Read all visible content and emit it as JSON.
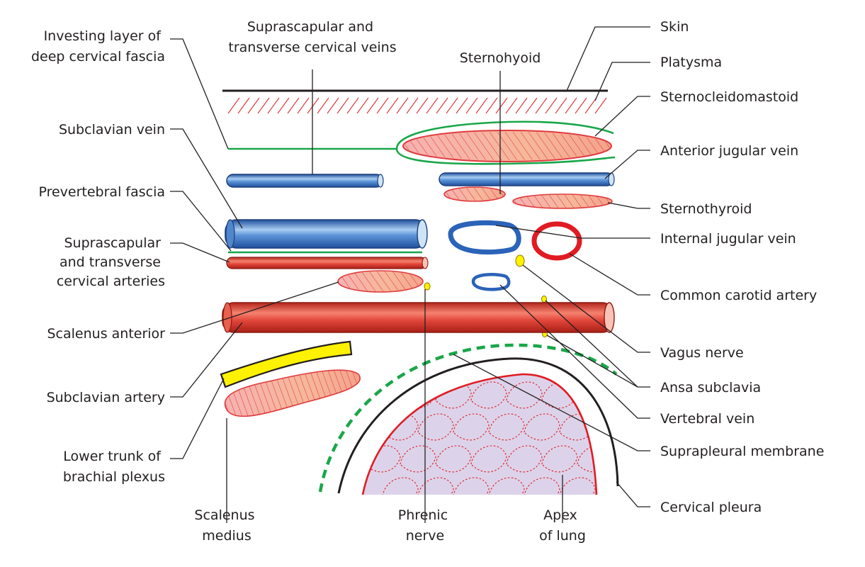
{
  "labels": {
    "investing_layer": [
      "Investing layer of",
      "deep cervical fascia"
    ],
    "suprascapular_veins": [
      "Suprascapular and",
      "transverse cervical veins"
    ],
    "sternohyoid": [
      "Sternohyoid"
    ],
    "skin": [
      "Skin"
    ],
    "platysma": [
      "Platysma"
    ],
    "sternocleidomastoid": [
      "Sternocleidomastoid"
    ],
    "subclavian_vein": [
      "Subclavian vein"
    ],
    "anterior_jugular_vein": [
      "Anterior jugular vein"
    ],
    "prevertebral_fascia": [
      "Prevertebral fascia"
    ],
    "sternothyroid": [
      "Sternothyroid"
    ],
    "suprascapular_arteries": [
      "Suprascapular",
      "and transverse",
      "cervical arteries"
    ],
    "internal_jugular_vein": [
      "Internal jugular vein"
    ],
    "common_carotid_artery": [
      "Common carotid artery"
    ],
    "scalenus_anterior": [
      "Scalenus anterior"
    ],
    "vagus_nerve": [
      "Vagus nerve"
    ],
    "ansa_subclavia": [
      "Ansa subclavia"
    ],
    "subclavian_artery": [
      "Subclavian artery"
    ],
    "vertebral_vein": [
      "Vertebral vein"
    ],
    "lower_trunk": [
      "Lower trunk of",
      "brachial plexus"
    ],
    "suprapleural_membrane": [
      "Suprapleural membrane"
    ],
    "cervical_pleura": [
      "Cervical pleura"
    ],
    "scalenus_medius": [
      "Scalenus",
      "medius"
    ],
    "phrenic_nerve": [
      "Phrenic",
      "nerve"
    ],
    "apex_of_lung": [
      "Apex",
      "of lung"
    ]
  },
  "colors": {
    "vein_blue": "#3a73c4",
    "artery_red": "#e2463a",
    "muscle_pink": "#f4a6a0",
    "fascia_green": "#1aa64a",
    "nerve_yellow": "#fff200",
    "lung_lavender": "#dcd3ea",
    "pleura_black": "#231f20",
    "lung_outline_red": "#e11b22"
  }
}
